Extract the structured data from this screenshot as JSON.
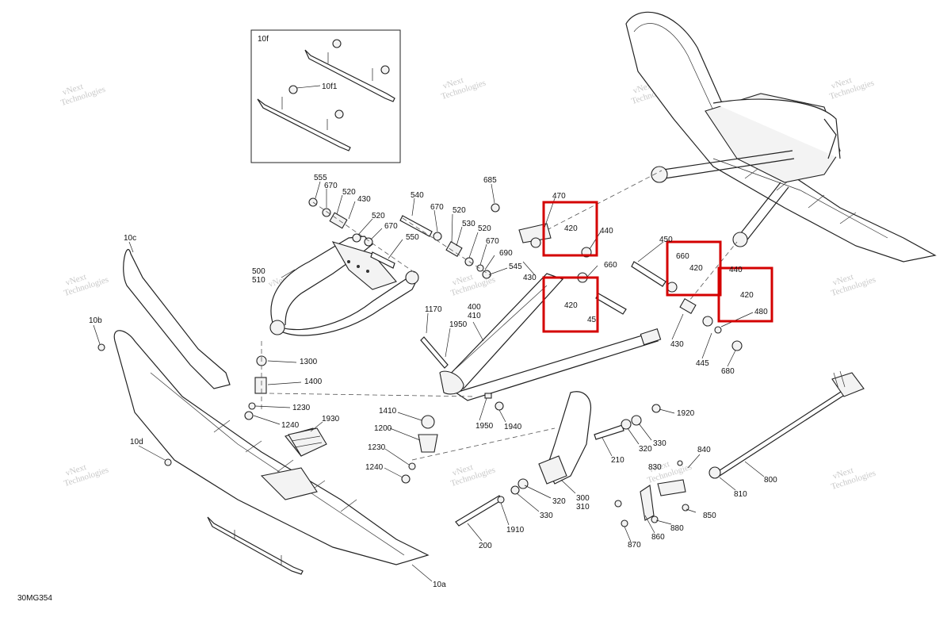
{
  "diagram_id": "30MG354",
  "watermark_text": [
    "vNext",
    "Technologies"
  ],
  "highlight_color": "#d40000",
  "inset_labels": [
    "10f",
    "10f1"
  ],
  "callouts": [
    "555",
    "670",
    "520",
    "430",
    "540",
    "670",
    "520",
    "685",
    "470",
    "520",
    "670",
    "550",
    "530",
    "520",
    "670",
    "690",
    "545",
    "500",
    "510",
    "10c",
    "10b",
    "10d",
    "10a",
    "420",
    "440",
    "660",
    "430",
    "420",
    "45",
    "450",
    "660",
    "420",
    "440",
    "420",
    "480",
    "430",
    "445",
    "680",
    "1170",
    "1950",
    "400",
    "410",
    "1300",
    "1400",
    "1230",
    "1240",
    "1930",
    "1410",
    "1200",
    "1230",
    "1240",
    "1950",
    "1940",
    "1920",
    "330",
    "320",
    "210",
    "300",
    "310",
    "320",
    "330",
    "1910",
    "200",
    "840",
    "830",
    "850",
    "880",
    "860",
    "870",
    "800",
    "810"
  ]
}
